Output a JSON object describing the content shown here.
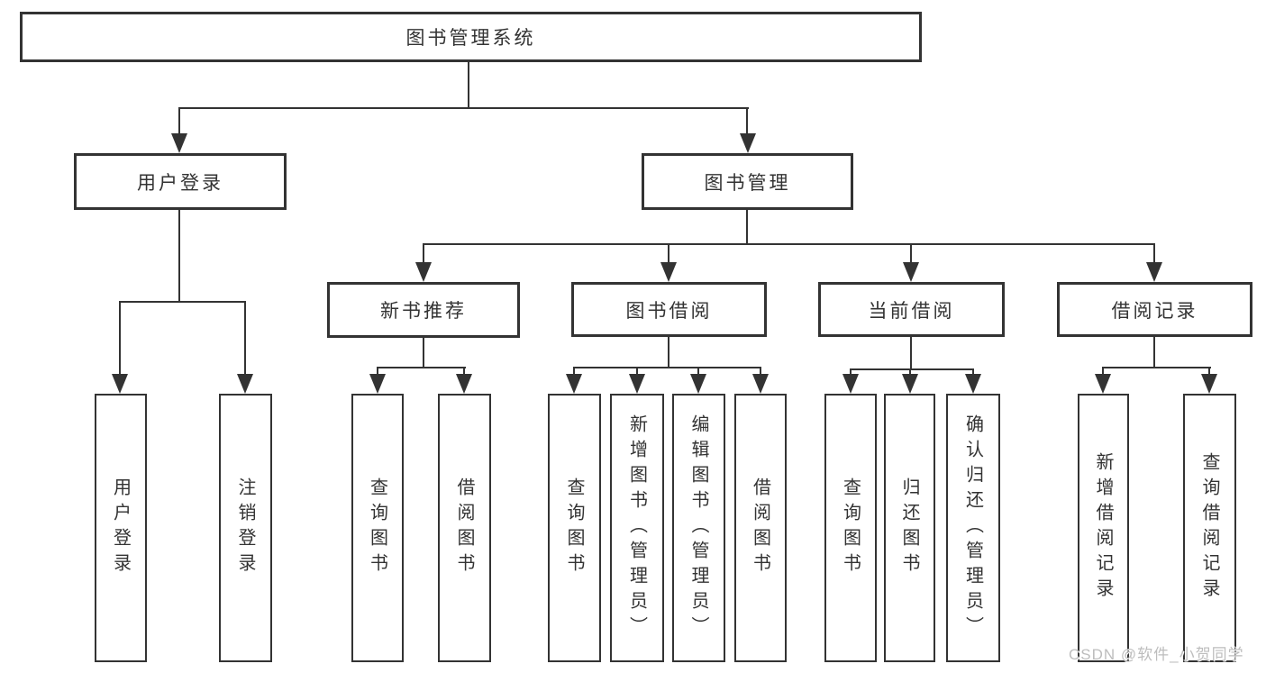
{
  "diagram": {
    "type": "hierarchy-tree",
    "title": "图书管理系统",
    "nodes": {
      "root": "图书管理系统",
      "user_login": "用户登录",
      "book_mgmt": "图书管理",
      "new_book_rec": "新书推荐",
      "book_borrow": "图书借阅",
      "current_borrow": "当前借阅",
      "borrow_record": "借阅记录",
      "leaf_user_login": "用户登录",
      "leaf_logout": "注销登录",
      "leaf_query_books_rec": "查询图书",
      "leaf_borrow_books_rec": "借阅图书",
      "leaf_query_books_borrow": "查询图书",
      "leaf_add_books": "新增图书（管理员）",
      "leaf_edit_books": "编辑图书（管理员）",
      "leaf_borrow_books_borrow": "借阅图书",
      "leaf_query_books_current": "查询图书",
      "leaf_return_books": "归还图书",
      "leaf_confirm_return": "确认归还（管理员）",
      "leaf_add_borrow_record": "新增借阅记录",
      "leaf_query_borrow_record": "查询借阅记录"
    },
    "edges": [
      {
        "from": "图书管理系统",
        "to": "用户登录"
      },
      {
        "from": "图书管理系统",
        "to": "图书管理"
      },
      {
        "from": "用户登录",
        "to": "用户登录"
      },
      {
        "from": "用户登录",
        "to": "注销登录"
      },
      {
        "from": "图书管理",
        "to": "新书推荐"
      },
      {
        "from": "图书管理",
        "to": "图书借阅"
      },
      {
        "from": "图书管理",
        "to": "当前借阅"
      },
      {
        "from": "图书管理",
        "to": "借阅记录"
      },
      {
        "from": "新书推荐",
        "to": "查询图书"
      },
      {
        "from": "新书推荐",
        "to": "借阅图书"
      },
      {
        "from": "图书借阅",
        "to": "查询图书"
      },
      {
        "from": "图书借阅",
        "to": "新增图书（管理员）"
      },
      {
        "from": "图书借阅",
        "to": "编辑图书（管理员）"
      },
      {
        "from": "图书借阅",
        "to": "借阅图书"
      },
      {
        "from": "当前借阅",
        "to": "查询图书"
      },
      {
        "from": "当前借阅",
        "to": "归还图书"
      },
      {
        "from": "当前借阅",
        "to": "确认归还（管理员）"
      },
      {
        "from": "借阅记录",
        "to": "新增借阅记录"
      },
      {
        "from": "借阅记录",
        "to": "查询借阅记录"
      }
    ],
    "watermark": "CSDN @软件_小贺同学",
    "colors": {
      "line": "#333333",
      "text": "#333333",
      "box_background": "#ffffff",
      "page_background": "#ffffff",
      "watermark": "#bdbdbd"
    }
  }
}
